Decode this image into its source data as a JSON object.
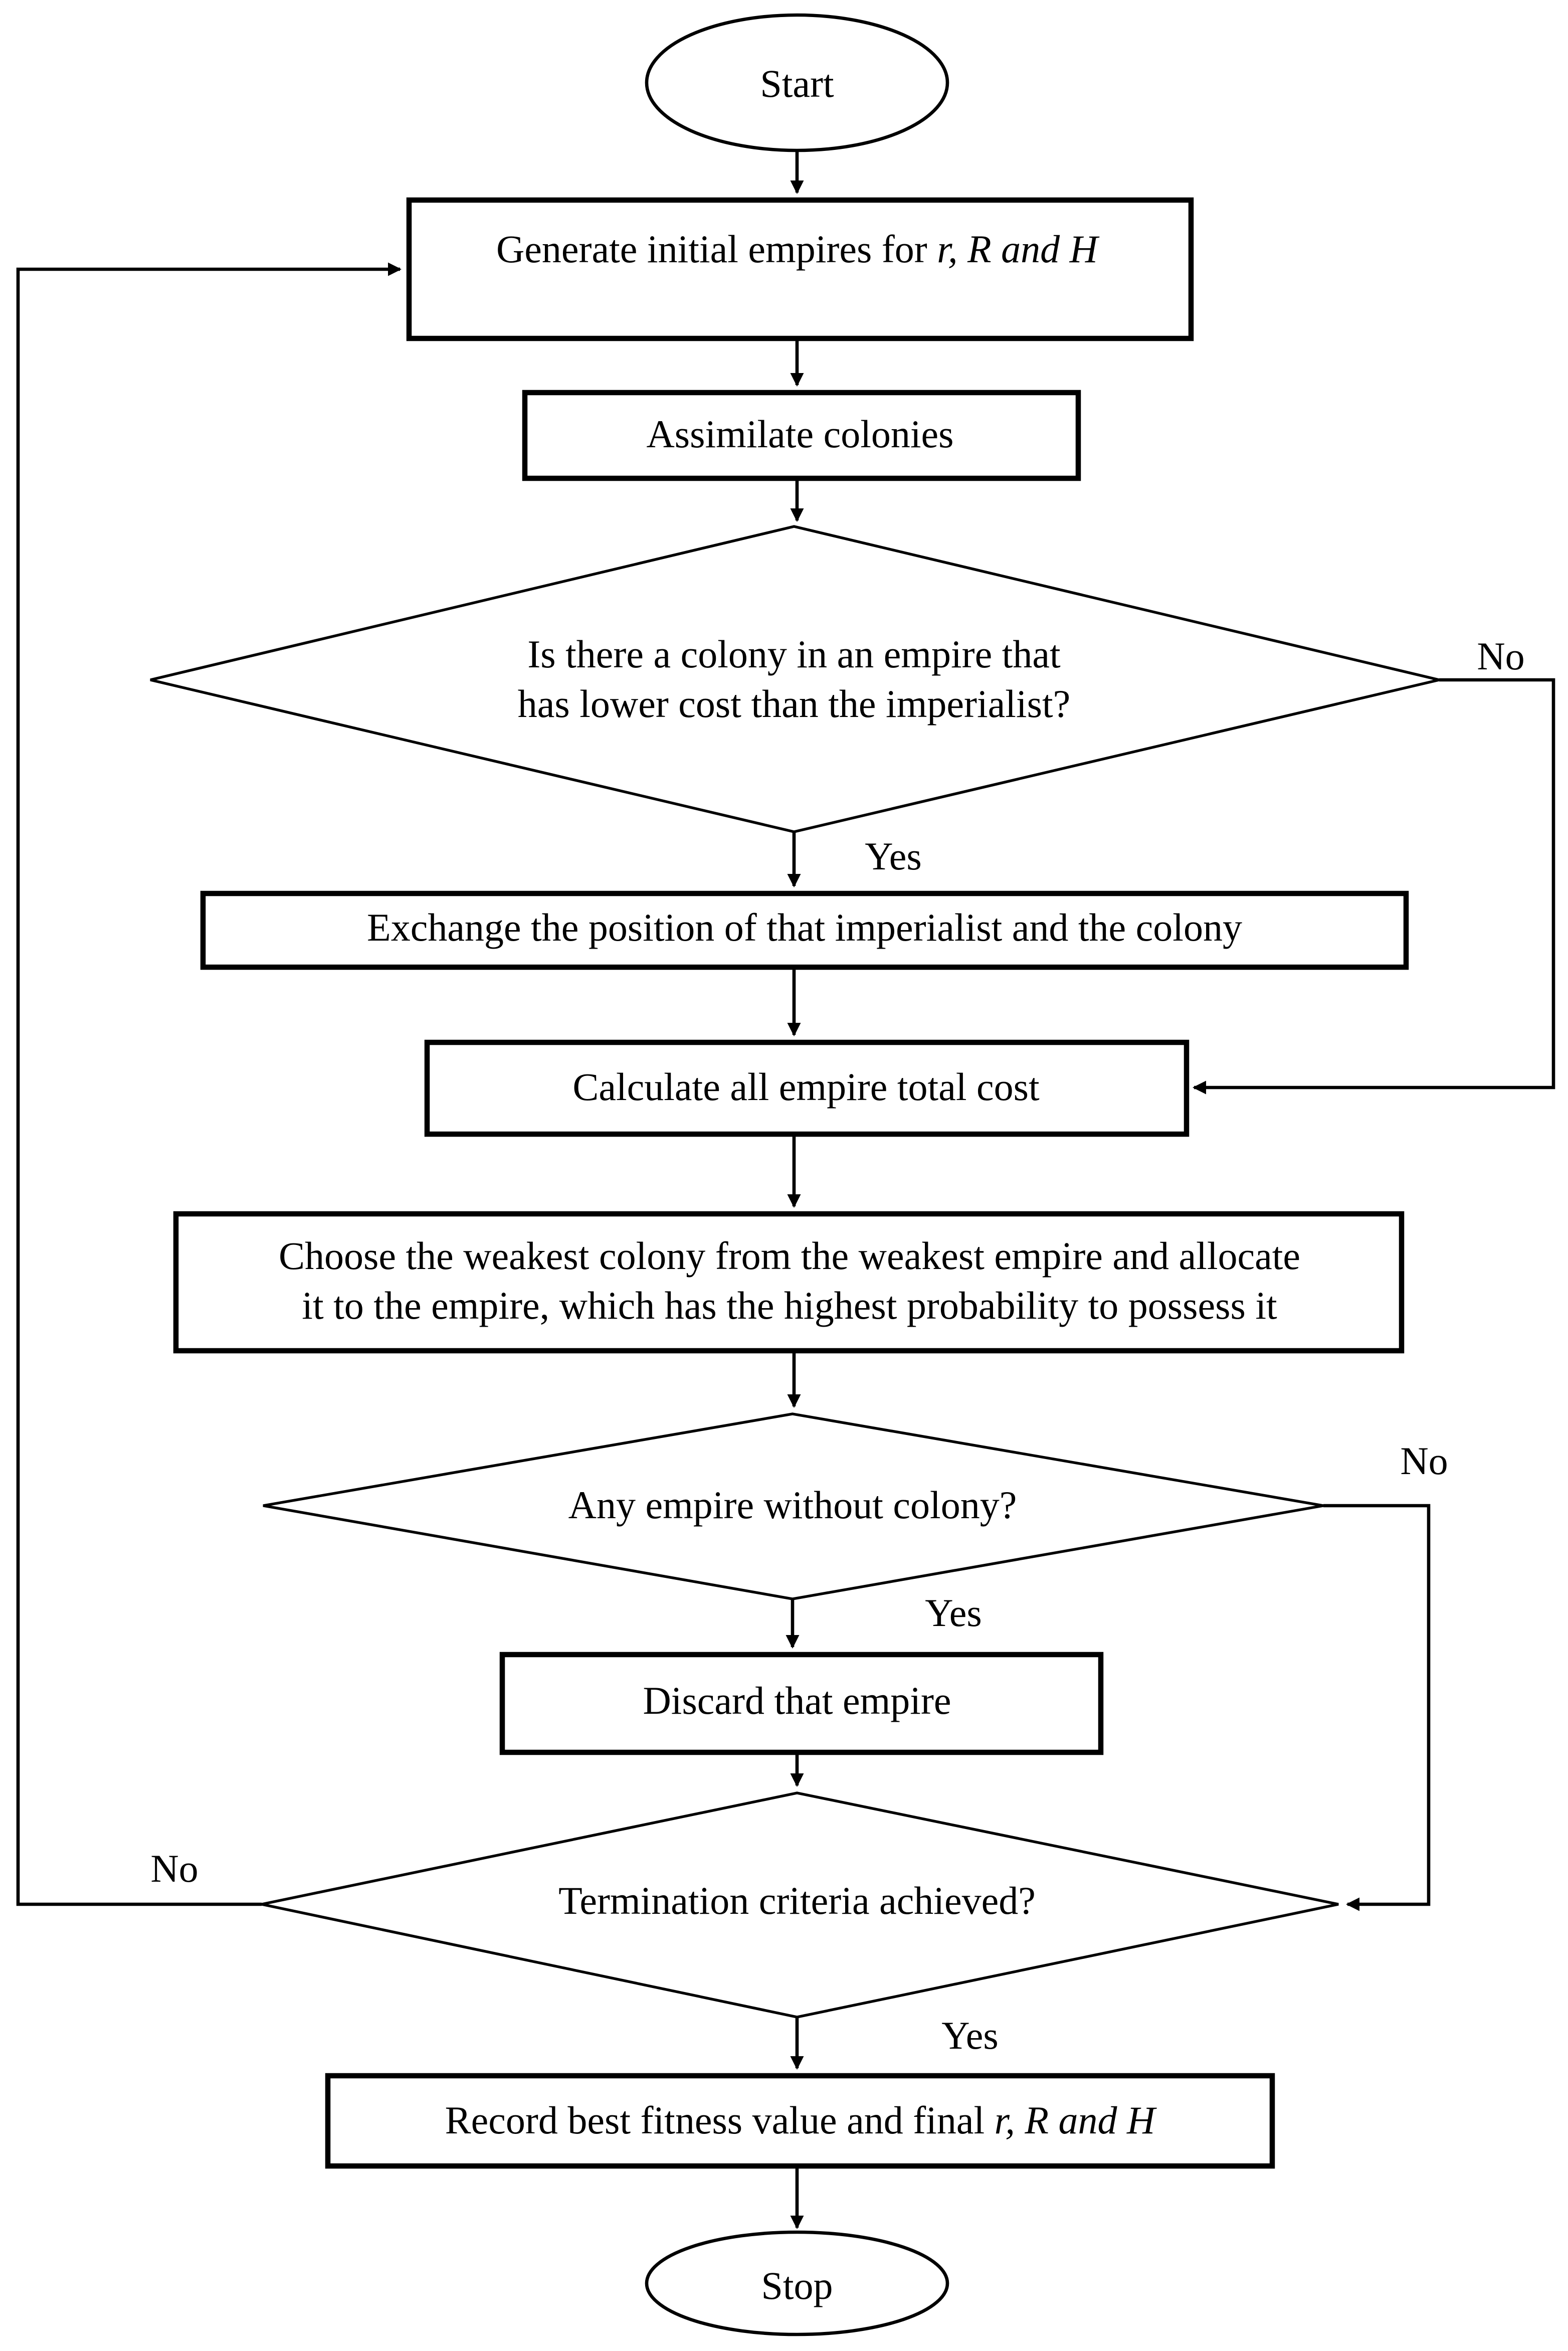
{
  "flowchart": {
    "title_semantic": "Imperialist competitive algorithm flowchart",
    "start": "Start",
    "generate_prefix": "Generate initial empires for ",
    "generate_vars": "r, R and H",
    "assimilate": "Assimilate colonies",
    "decision1_line1": "Is there a colony in an empire that",
    "decision1_line2": "has lower cost than the imperialist?",
    "decision1_no": "No",
    "decision1_yes": "Yes",
    "exchange": "Exchange the position of that imperialist and the colony",
    "calculate": "Calculate all empire total cost",
    "choose_line1": "Choose the weakest colony from the weakest empire and allocate",
    "choose_line2": "it to the empire, which has the highest probability to possess it",
    "decision2": "Any empire without colony?",
    "decision2_no": "No",
    "decision2_yes": "Yes",
    "discard": "Discard that empire",
    "decision3": "Termination criteria achieved?",
    "decision3_no": "No",
    "decision3_yes": "Yes",
    "record_prefix": "Record best fitness value and final ",
    "record_vars": "r, R and H",
    "stop": "Stop",
    "line_color": "#000000",
    "background_color": "#ffffff"
  }
}
